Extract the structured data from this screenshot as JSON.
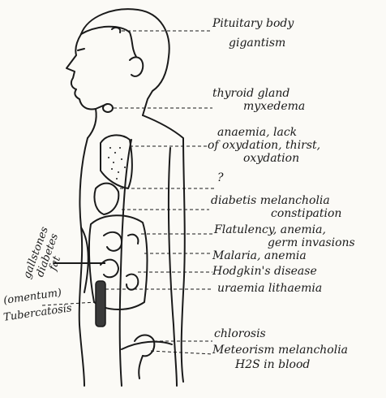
{
  "labels": {
    "pituitary": [
      "Pituitary body",
      "gigantism"
    ],
    "thyroid": [
      "thyroid gland",
      "myxedema"
    ],
    "lungs": [
      "anaemia, lack",
      "of oxydation, thirst,",
      "oxydation"
    ],
    "heart": "?",
    "pancreas": [
      "diabetis melancholia",
      "constipation"
    ],
    "stomach": [
      "Flatulency, anemia,",
      "germ invasions"
    ],
    "spleen": "Malaria, anemia",
    "lymph": "Hodgkin's disease",
    "kidney": "uraemia lithaemia",
    "pelvis": [
      "chlorosis",
      "Meteorism melancholia",
      "H2S in blood"
    ],
    "left_gall": [
      "gallstones",
      "diabetes",
      "fat"
    ],
    "left_omentum": [
      "(omentum)",
      "Tubercatosis"
    ]
  }
}
